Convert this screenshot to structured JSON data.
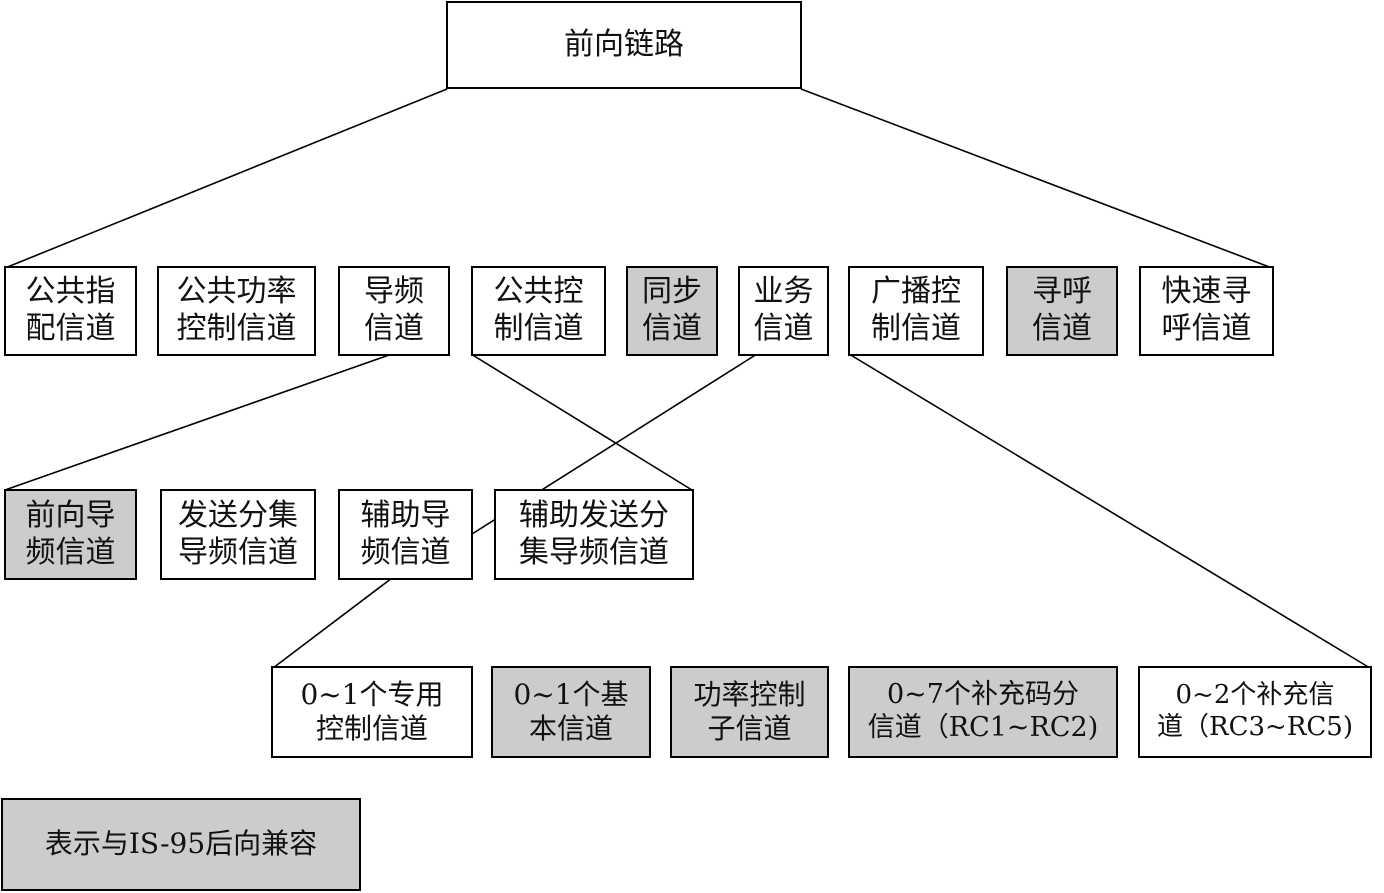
{
  "root": {
    "label": "前向链路"
  },
  "level1": [
    {
      "label": "公共指\n配信道",
      "shaded": false
    },
    {
      "label": "公共功率\n控制信道",
      "shaded": false
    },
    {
      "label": "导频\n信道",
      "shaded": false
    },
    {
      "label": "公共控\n制信道",
      "shaded": false
    },
    {
      "label": "同步\n信道",
      "shaded": true
    },
    {
      "label": "业务\n信道",
      "shaded": false
    },
    {
      "label": "广播控\n制信道",
      "shaded": false
    },
    {
      "label": "寻呼\n信道",
      "shaded": true
    },
    {
      "label": "快速寻\n呼信道",
      "shaded": false
    }
  ],
  "level2": [
    {
      "label": "前向导\n频信道",
      "shaded": true
    },
    {
      "label": "发送分集\n导频信道",
      "shaded": false
    },
    {
      "label": "辅助导\n频信道",
      "shaded": false
    },
    {
      "label": "辅助发送分\n集导频信道",
      "shaded": false
    }
  ],
  "level3": [
    {
      "label": "0~1个专用\n控制信道",
      "shaded": false
    },
    {
      "label": "0~1个基\n本信道",
      "shaded": true
    },
    {
      "label": "功率控制\n子信道",
      "shaded": true
    },
    {
      "label": "0~7个补充码分\n信道（RC1~RC2)",
      "shaded": true
    },
    {
      "label": "0~2个补充信\n道（RC3~RC5)",
      "shaded": false
    }
  ],
  "legend": {
    "label": "表示与IS-95后向兼容",
    "shaded": true
  },
  "colors": {
    "shaded_fill": "#cccccc",
    "line": "#000000",
    "border": "#000000"
  }
}
